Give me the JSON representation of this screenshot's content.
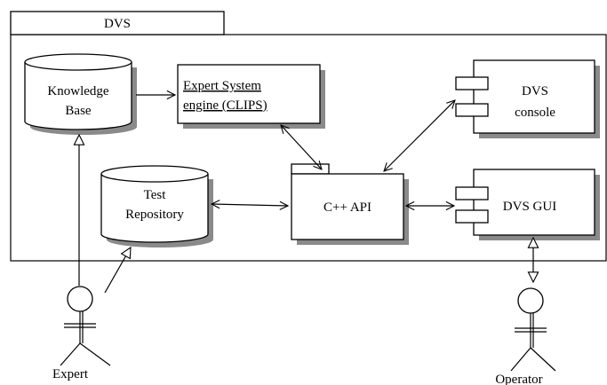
{
  "package": {
    "title": "DVS"
  },
  "nodes": {
    "knowledge_base": {
      "line1": "Knowledge",
      "line2": "Base"
    },
    "expert_system": {
      "line1": "Expert System",
      "line2": "engine (CLIPS)"
    },
    "test_repository": {
      "line1": "Test",
      "line2": "Repository"
    },
    "cpp_api": {
      "label": "C++ API"
    },
    "dvs_console": {
      "line1": "DVS",
      "line2": "console"
    },
    "dvs_gui": {
      "label": "DVS GUI"
    }
  },
  "actors": {
    "expert": {
      "label": "Expert"
    },
    "operator": {
      "label": "Operator"
    }
  }
}
